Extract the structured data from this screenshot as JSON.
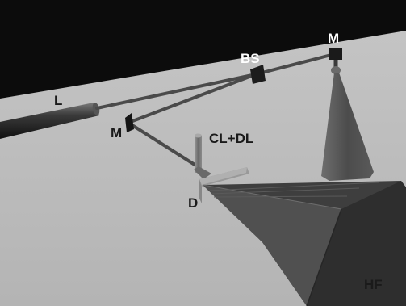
{
  "diagram": {
    "labels": {
      "laser": "L",
      "mirror_left": "M",
      "mirror_top": "M",
      "beam_splitter": "BS",
      "lens": "CL+DL",
      "diffuser": "D",
      "hologram_film": "HF"
    },
    "colors": {
      "background_dark": "#0c0c0c",
      "floor": "#bcbcbc",
      "beam": "#4a4a4a",
      "cone": "#5c5c5c",
      "label_dark": "#1a1a1a",
      "label_light": "#ffffff"
    }
  }
}
